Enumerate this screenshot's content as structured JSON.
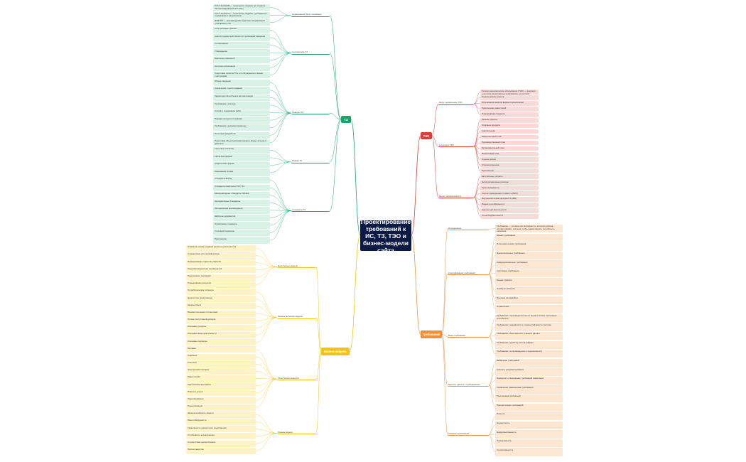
{
  "root": {
    "title": "Проектирование требований к ИС, ТЗ, ТЭО и бизнес-модели сайта"
  },
  "colors": {
    "green": "#1aa36a",
    "red": "#e53935",
    "orange": "#f0913a",
    "yellow": "#f1c40f"
  },
  "hubs": {
    "tz": {
      "label": "ТЗ"
    },
    "teo": {
      "label": "ТЭО"
    },
    "req": {
      "label": "Требования"
    },
    "bm": {
      "label": "Бизнес-модель"
    }
  },
  "branches": {
    "tz": [
      {
        "id": "g1",
        "label": "Нормативная база / основание"
      },
      {
        "id": "g2",
        "label": "Составление ТЗ"
      },
      {
        "id": "g3",
        "label": "Разделы ТЗ"
      },
      {
        "id": "g4",
        "label": "Формы ТЗ"
      },
      {
        "id": "g5",
        "label": "Стандарты ТЗ"
      }
    ],
    "teo": [
      {
        "id": "r1",
        "label": "Цели и назначение ТЭО"
      },
      {
        "id": "r2",
        "label": "Структура ТЭО"
      },
      {
        "id": "r3",
        "label": "Расчёт эффективности"
      }
    ],
    "req": [
      {
        "id": "o1",
        "label": "Определение"
      },
      {
        "id": "o2",
        "label": "Классификация требований"
      },
      {
        "id": "o3",
        "label": "Виды требований"
      },
      {
        "id": "o4",
        "label": "Процесс работы с требованиями"
      },
      {
        "id": "o5",
        "label": "Свойства требований"
      }
    ],
    "bm": [
      {
        "id": "y1",
        "label": "Цели бизнес-модели"
      },
      {
        "id": "y2",
        "label": "Элементы бизнес-модели"
      },
      {
        "id": "y3",
        "label": "Типы бизнес-моделей"
      },
      {
        "id": "y4",
        "label": "Оценка модели"
      }
    ]
  },
  "leaves": {
    "tz": [
      {
        "p": "g1",
        "t": "ГОСТ 34.602-89 — техническое задание на создание автоматизированной системы"
      },
      {
        "p": "g1",
        "t": "ГОСТ 19.201-78 — техническое задание, требования к содержанию и оформлению"
      },
      {
        "p": "g1",
        "t": "IEEE 830 — рекомендуемая практика спецификации требований к ПО"
      },
      {
        "p": "g2",
        "t": "Сбор исходных данных"
      },
      {
        "p": "g2",
        "t": "Анализ предметной области и требований заказчика"
      },
      {
        "p": "g2",
        "t": "Согласование"
      },
      {
        "p": "g2",
        "t": "Утверждение"
      },
      {
        "p": "g2",
        "t": "Внесение изменений"
      },
      {
        "p": "g2",
        "t": "Контроль исполнения"
      },
      {
        "p": "g2",
        "t": "Подготовка проекта ТЗ и его обсуждение со всеми участниками"
      },
      {
        "p": "g3",
        "t": "Общие сведения"
      },
      {
        "p": "g3",
        "t": "Назначение и цели создания"
      },
      {
        "p": "g3",
        "t": "Характеристика объекта автоматизации"
      },
      {
        "p": "g3",
        "t": "Требования к системе"
      },
      {
        "p": "g3",
        "t": "Состав и содержание работ"
      },
      {
        "p": "g3",
        "t": "Порядок контроля и приёмки"
      },
      {
        "p": "g3",
        "t": "Требования к документированию"
      },
      {
        "p": "g3",
        "t": "Источники разработки"
      },
      {
        "p": "g3",
        "t": "Подготовка объекта автоматизации к вводу системы в действие"
      },
      {
        "p": "g4",
        "t": "Текстовое описание"
      },
      {
        "p": "g4",
        "t": "Табличная форма"
      },
      {
        "p": "g4",
        "t": "Графическая форма"
      },
      {
        "p": "g4",
        "t": "Смешанная форма"
      },
      {
        "p": "g5",
        "t": "Стандарты ЕСПД"
      },
      {
        "p": "g5",
        "t": "Стандарты комплекса ГОСТ 34"
      },
      {
        "p": "g5",
        "t": "Международные стандарты ISO/IEC"
      },
      {
        "p": "g5",
        "t": "Корпоративные стандарты"
      },
      {
        "p": "g5",
        "t": "Методические рекомендации"
      },
      {
        "p": "g5",
        "t": "Шаблоны документов"
      },
      {
        "p": "g5",
        "t": "Отраслевые стандарты"
      },
      {
        "p": "g5",
        "t": "Глоссарий терминов"
      },
      {
        "p": "g5",
        "t": "Приложения"
      }
    ],
    "teo": [
      {
        "p": "r1",
        "t": "Технико-экономическое обоснование (ТЭО) — документ, в котором представлена информация, из которой выводится целесообразность создания продукта или услуги"
      },
      {
        "p": "r1",
        "t": "Оценка рисков проекта"
      },
      {
        "p": "r1",
        "t": "Обоснование выбора варианта реализации"
      },
      {
        "p": "r1",
        "t": "Привлечение инвестиций"
      },
      {
        "p": "r1",
        "t": "Планирование бюджета"
      },
      {
        "p": "r2",
        "t": "Резюме проекта"
      },
      {
        "p": "r2",
        "t": "Описание продукта"
      },
      {
        "p": "r2",
        "t": "Анализ рынка"
      },
      {
        "p": "r2",
        "t": "Маркетинговый план"
      },
      {
        "p": "r2",
        "t": "Производственный план"
      },
      {
        "p": "r2",
        "t": "Организационный план"
      },
      {
        "p": "r2",
        "t": "Финансовый план"
      },
      {
        "p": "r2",
        "t": "Оценка рисков"
      },
      {
        "p": "r2",
        "t": "Стратегия выхода"
      },
      {
        "p": "r2",
        "t": "Приложения"
      },
      {
        "p": "r3",
        "t": "Капитальные затраты"
      },
      {
        "p": "r3",
        "t": "Эксплуатационные расходы"
      },
      {
        "p": "r3",
        "t": "Срок окупаемости"
      },
      {
        "p": "r3",
        "t": "Чистая приведённая стоимость (NPV)"
      },
      {
        "p": "r3",
        "t": "Внутренняя норма доходности (IRR)"
      },
      {
        "p": "r3",
        "t": "Индекс рентабельности"
      },
      {
        "p": "r3",
        "t": "Анализ чувствительности"
      },
      {
        "p": "r3",
        "t": "Точка безубыточности"
      }
    ],
    "req": [
      {
        "p": "o1",
        "t": "Требование — условие или возможность, которым должна соответствовать система, чтобы удовлетворить потребность заказчика"
      },
      {
        "p": "o2",
        "t": "Бизнес-требования"
      },
      {
        "p": "o2",
        "t": "Пользовательские требования"
      },
      {
        "p": "o2",
        "t": "Функциональные требования"
      },
      {
        "p": "o2",
        "t": "Нефункциональные требования"
      },
      {
        "p": "o2",
        "t": "Системные требования"
      },
      {
        "p": "o2",
        "t": "Бизнес-правила"
      },
      {
        "p": "o2",
        "t": "Атрибуты качества"
      },
      {
        "p": "o2",
        "t": "Внешние интерфейсы"
      },
      {
        "p": "o2",
        "t": "Ограничения"
      },
      {
        "p": "o3",
        "t": "Требования к производительности: время отклика, пропускная способность"
      },
      {
        "p": "o3",
        "t": "Требования к надёжности и отказоустойчивости системы"
      },
      {
        "p": "o3",
        "t": "Требования к безопасности и защите данных"
      },
      {
        "p": "o3",
        "t": "Требования к удобству использования"
      },
      {
        "p": "o3",
        "t": "Требования к сопровождению и переносимости"
      },
      {
        "p": "o4",
        "t": "Выявление требований"
      },
      {
        "p": "o4",
        "t": "Анализ и документирование"
      },
      {
        "p": "o4",
        "t": "Проверка и утверждение требований заказчиком"
      },
      {
        "p": "o4",
        "t": "Управление изменениями требований"
      },
      {
        "p": "o4",
        "t": "Трассировка требований"
      },
      {
        "p": "o4",
        "t": "Приоритизация требований"
      },
      {
        "p": "o5",
        "t": "Полнота"
      },
      {
        "p": "o5",
        "t": "Корректность"
      },
      {
        "p": "o5",
        "t": "Недвусмысленность"
      },
      {
        "p": "o5",
        "t": "Проверяемость"
      },
      {
        "p": "o5",
        "t": "Согласованность"
      }
    ],
    "bm": [
      {
        "p": "y1",
        "t": "Описание логики создания ценности для клиентов"
      },
      {
        "p": "y1",
        "t": "Определение источников дохода"
      },
      {
        "p": "y1",
        "t": "Формирование стратегии развития"
      },
      {
        "p": "y1",
        "t": "Оценка конкурентных преимуществ"
      },
      {
        "p": "y1",
        "t": "Привлечение партнёров"
      },
      {
        "p": "y1",
        "t": "Планирование ресурсов"
      },
      {
        "p": "y2",
        "t": "Потребительские сегменты"
      },
      {
        "p": "y2",
        "t": "Ценностное предложение"
      },
      {
        "p": "y2",
        "t": "Каналы сбыта"
      },
      {
        "p": "y2",
        "t": "Взаимоотношения с клиентами"
      },
      {
        "p": "y2",
        "t": "Потоки поступления доходов"
      },
      {
        "p": "y2",
        "t": "Ключевые ресурсы"
      },
      {
        "p": "y2",
        "t": "Ключевые виды деятельности"
      },
      {
        "p": "y2",
        "t": "Ключевые партнёры"
      },
      {
        "p": "y3",
        "t": "Реклама"
      },
      {
        "p": "y3",
        "t": "Подписка"
      },
      {
        "p": "y3",
        "t": "Freemium"
      },
      {
        "p": "y3",
        "t": "Электронная торговля"
      },
      {
        "p": "y3",
        "t": "Маркетплейс"
      },
      {
        "p": "y3",
        "t": "Партнёрская программа"
      },
      {
        "p": "y3",
        "t": "Платные услуги"
      },
      {
        "p": "y3",
        "t": "Лицензирование"
      },
      {
        "p": "y3",
        "t": "Пожертвования"
      },
      {
        "p": "y4",
        "t": "Жизнеспособность модели"
      },
      {
        "p": "y4",
        "t": "Масштабируемость"
      },
      {
        "p": "y4",
        "t": "Уникальность ценностного предложения"
      },
      {
        "p": "y4",
        "t": "Устойчивость к конкуренции"
      },
      {
        "p": "y4",
        "t": "Соответствие целям бизнеса"
      },
      {
        "p": "y4",
        "t": "Прогноз выручки"
      }
    ]
  }
}
